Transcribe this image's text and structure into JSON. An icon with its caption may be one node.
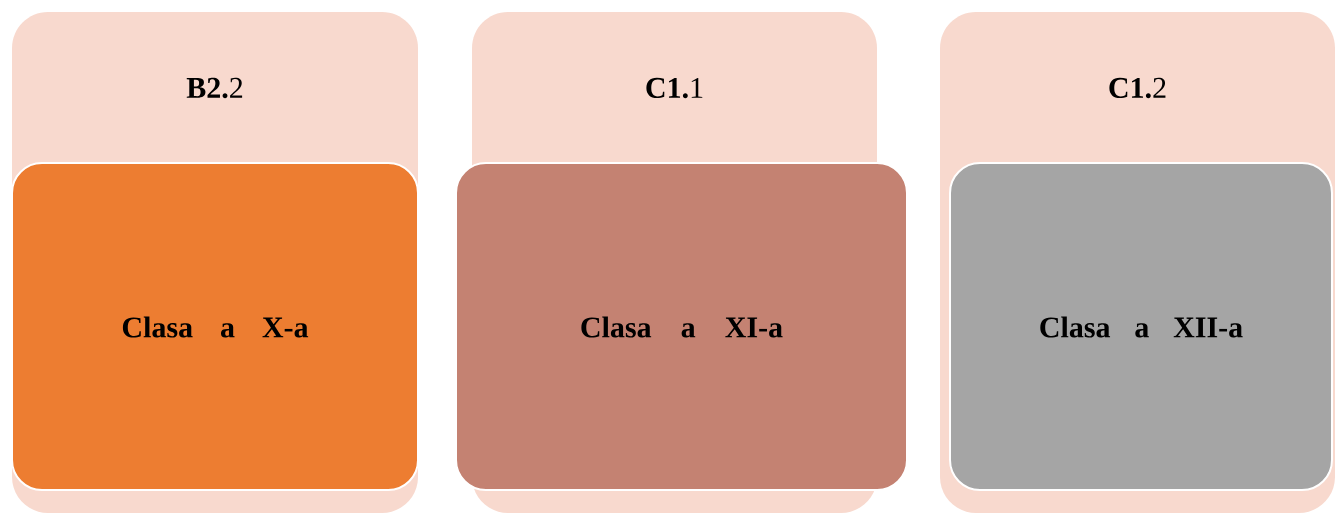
{
  "diagram": {
    "nodes": [
      {
        "text": [
          "**B2.**2"
        ]
      },
      {
        "text": [
          "Clasa a X-a"
        ],
        "in": 0
      },
      {
        "text": [
          "**C1.**1"
        ]
      },
      {
        "text": [
          "Clasa a XI-a"
        ]
      },
      {
        "text": [
          "**C1.**2"
        ]
      },
      {
        "text": [
          "Clasa a XII-a"
        ],
        "in": 4
      }
    ]
  }
}
